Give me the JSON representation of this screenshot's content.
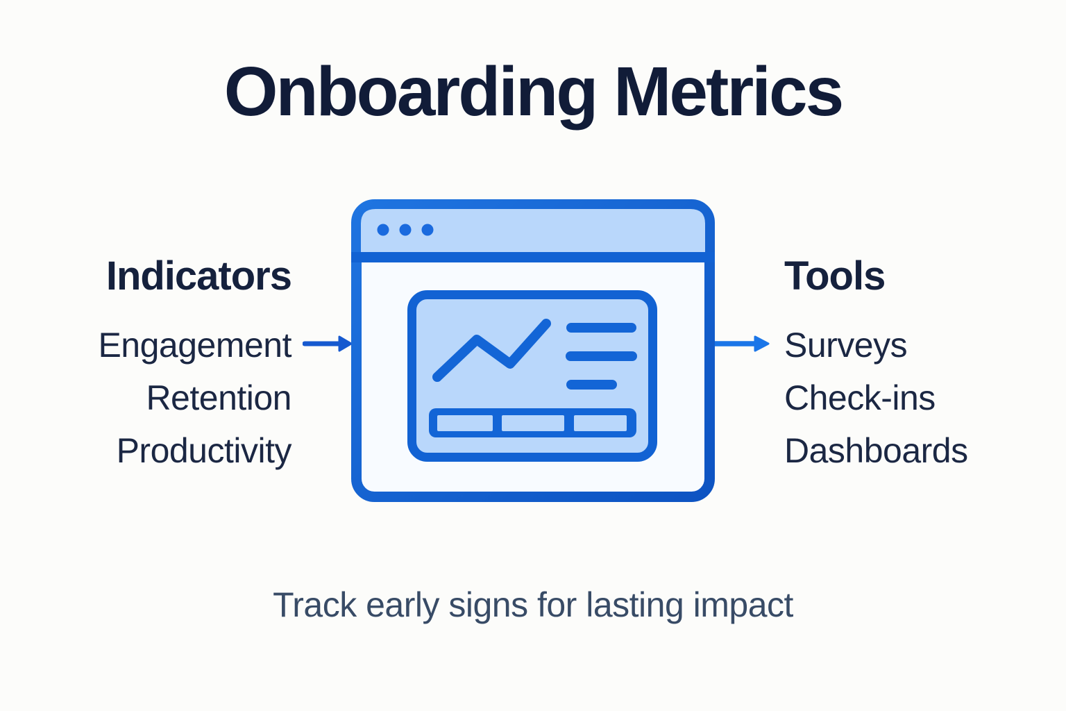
{
  "title": "Onboarding Metrics",
  "left_column": {
    "heading": "Indicators",
    "items": [
      "Engagement",
      "Retention",
      "Productivity"
    ]
  },
  "right_column": {
    "heading": "Tools",
    "items": [
      "Surveys",
      "Check-ins",
      "Dashboards"
    ]
  },
  "caption": "Track early signs for lasting impact",
  "icons": {
    "center_illustration": "browser-window-with-line-chart",
    "left_connector": "right-arrow-icon",
    "right_connector": "right-arrow-icon",
    "window_dots_count": 3
  },
  "colors": {
    "background": "#fcfcfa",
    "title_text": "#111c38",
    "body_text": "#1b2743",
    "caption_text": "#384b66",
    "icon_stroke_blue": "#1262d3",
    "icon_fill_light_blue": "#b9d7fb",
    "window_body": "#f8fbff",
    "arrow_left_blue": "#1659cf",
    "arrow_right_blue": "#1b76e8"
  }
}
